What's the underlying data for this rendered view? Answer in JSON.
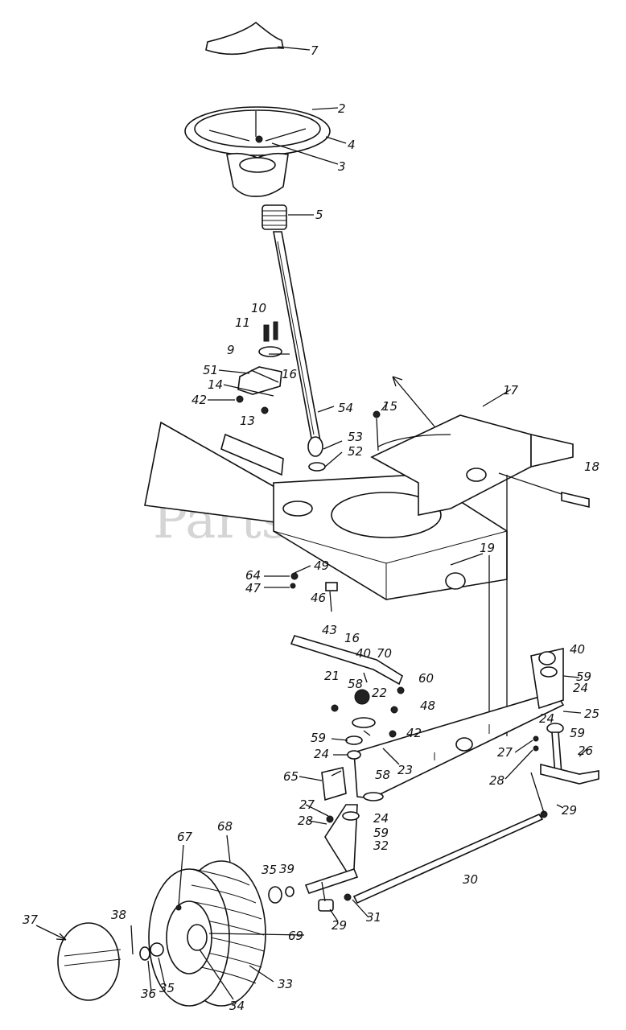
{
  "watermark": "PartsTree",
  "labels": [
    "7",
    "2",
    "4",
    "3",
    "5",
    "10",
    "11",
    "9",
    "51",
    "16",
    "14",
    "42",
    "13",
    "54",
    "15",
    "17",
    "53",
    "52",
    "18",
    "64",
    "49",
    "47",
    "46",
    "43",
    "19",
    "16",
    "40",
    "70",
    "60",
    "21",
    "58",
    "22",
    "48",
    "59",
    "24",
    "42",
    "58",
    "23",
    "25",
    "40",
    "59",
    "24",
    "24",
    "59",
    "26",
    "27",
    "28",
    "65",
    "27",
    "24",
    "28",
    "59",
    "32",
    "29",
    "30",
    "67",
    "68",
    "35",
    "39",
    "38",
    "37",
    "36",
    "35",
    "69",
    "34",
    "33",
    "29",
    "31"
  ]
}
